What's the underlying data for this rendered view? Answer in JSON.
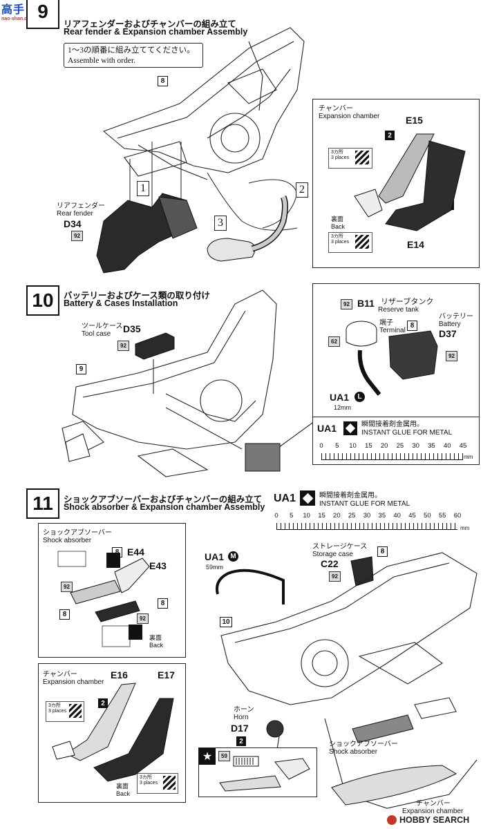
{
  "watermark": {
    "site": "nao-shan.com",
    "logo_chars": "高手"
  },
  "footer_logo": {
    "text": "HOBBY SEARCH"
  },
  "steps": [
    {
      "number": "9",
      "title_jp": "リアフェンダーおよびチャンバーの組み立て",
      "title_en": "Rear fender & Expansion chamber Assembly",
      "note_jp": "1～3の順番に組み立ててください。",
      "note_en": "Assemble with order.",
      "order_marks": [
        "1",
        "2",
        "3"
      ],
      "part_tag": "8",
      "rear_fender": {
        "jp": "リアフェンダー",
        "en": "Rear fender",
        "part": "D34",
        "color": "92"
      },
      "chamber_box": {
        "jp": "チャンバー",
        "en": "Expansion chamber",
        "parts": [
          "E15",
          "E14"
        ],
        "tags": [
          "2",
          "2"
        ],
        "places_jp": "3カ所",
        "places_en": "3 places",
        "back_jp": "裏面",
        "back_en": "Back"
      }
    },
    {
      "number": "10",
      "title_jp": "バッテリーおよびケース類の取り付け",
      "title_en": "Battery & Cases Installation",
      "tool_case": {
        "jp": "ツールケース",
        "en": "Tool case",
        "part": "D35",
        "color": "92"
      },
      "part_tag": "9",
      "reserve_tank": {
        "jp": "リザーブタンク",
        "en": "Reserve tank",
        "part": "B11",
        "color": "92",
        "color2": "62"
      },
      "terminal": {
        "jp": "端子",
        "en": "Terminal",
        "tag": "8"
      },
      "battery": {
        "jp": "バッテリー",
        "en": "Battery",
        "part": "D37",
        "color": "92"
      },
      "tube": {
        "part": "UA1",
        "badge": "L",
        "length": "12mm"
      },
      "glue": {
        "part": "UA1",
        "jp": "瞬間接着剤金属用。",
        "en": "INSTANT GLUE  FOR METAL"
      },
      "ruler": {
        "ticks": [
          "0",
          "5",
          "10",
          "15",
          "20",
          "25",
          "30",
          "35",
          "40",
          "45"
        ],
        "unit": "mm"
      }
    },
    {
      "number": "11",
      "title_jp": "ショックアブソーバーおよびチャンバーの組み立て",
      "title_en": "Shock absorber & Expansion chamber Assembly",
      "glue": {
        "part": "UA1",
        "jp": "瞬間接着剤金属用。",
        "en": "INSTANT GLUE  FOR METAL"
      },
      "ruler": {
        "ticks": [
          "0",
          "5",
          "10",
          "15",
          "20",
          "25",
          "30",
          "35",
          "40",
          "45",
          "50",
          "55",
          "60"
        ],
        "unit": "mm"
      },
      "shock_box": {
        "jp": "ショックアブソーバー",
        "en": "Shock absorber",
        "parts": [
          "E44",
          "E43"
        ],
        "tags": [
          "8",
          "8",
          "8"
        ],
        "color": "92",
        "back_jp": "裏面",
        "back_en": "Back"
      },
      "chamber_box": {
        "jp": "チャンバー",
        "en": "Expansion chamber",
        "parts": [
          "E16",
          "E17"
        ],
        "tag": "2",
        "places_jp": "3カ所",
        "places_en": "3 places",
        "back_jp": "裏面",
        "back_en": "Back"
      },
      "tube": {
        "part": "UA1",
        "badge": "M",
        "length": "59mm"
      },
      "storage_case": {
        "jp": "ストレージケース",
        "en": "Storage case",
        "part": "C22",
        "tag": "8",
        "color": "92"
      },
      "part_tag": "10",
      "horn": {
        "jp": "ホーン",
        "en": "Horn",
        "part": "D17",
        "tag": "2"
      },
      "decal": {
        "number": "59"
      },
      "shock_label": {
        "jp": "ショックアブソーバー",
        "en": "Shock absorber"
      },
      "chamber_label": {
        "jp": "チャンバー",
        "en": "Expansion chamber"
      }
    }
  ]
}
